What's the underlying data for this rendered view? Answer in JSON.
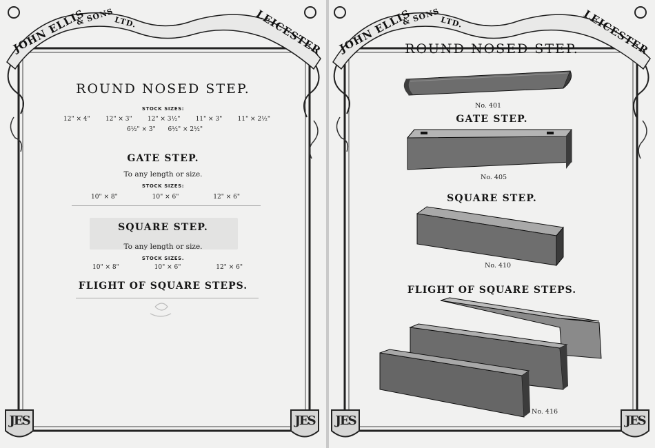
{
  "header": {
    "name": "JOHN ELLIS",
    "sons": "& SONS",
    "ltd": "LTD.",
    "city": "LEICESTER"
  },
  "monogram": "JES",
  "left_page": {
    "round_nosed": {
      "title": "ROUND NOSED STEP.",
      "stock_label": "STOCK SIZES:",
      "sizes_row1": [
        "12\" × 4\"",
        "12\" × 3\"",
        "12\" × 3½\"",
        "11\" × 3\"",
        "11\" × 2½\""
      ],
      "sizes_row2": [
        "6½\" × 3\"",
        "6½\" × 2½\""
      ]
    },
    "gate_step": {
      "title": "GATE STEP.",
      "note": "To any length or size.",
      "stock_label": "STOCK SIZES:",
      "sizes": [
        "10\" × 8\"",
        "10\" × 6\"",
        "12\" × 6\""
      ]
    },
    "square_step": {
      "title": "SQUARE STEP.",
      "note": "To any length or size.",
      "stock_label": "STOCK SIZES.",
      "sizes": [
        "10\" × 8\"",
        "10\" × 6\"",
        "12\" × 6\""
      ]
    },
    "flight": {
      "title": "FLIGHT OF SQUARE STEPS."
    }
  },
  "right_page": {
    "round_nosed": {
      "title": "ROUND NOSED STEP.",
      "number": "No. 401"
    },
    "gate_step": {
      "title": "GATE STEP.",
      "number": "No. 405"
    },
    "square_step": {
      "title": "SQUARE STEP.",
      "number": "No. 410"
    },
    "flight": {
      "title": "FLIGHT OF SQUARE STEPS.",
      "number": "No. 416"
    }
  }
}
